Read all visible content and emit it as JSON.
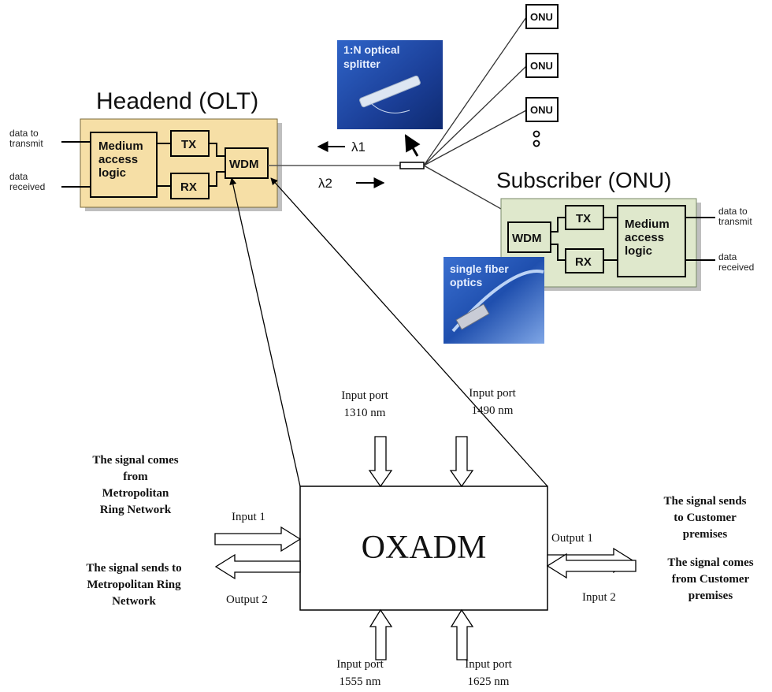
{
  "headend": {
    "title": "Headend (OLT)",
    "data_to_transmit": [
      "data to",
      "transmit"
    ],
    "data_received": [
      "data",
      "received"
    ],
    "mac": [
      "Medium",
      "access",
      "logic"
    ],
    "tx": "TX",
    "rx": "RX",
    "wdm": "WDM"
  },
  "splitter_photo": {
    "label": [
      "1:N optical",
      "splitter"
    ]
  },
  "fiber_photo": {
    "label": [
      "single fiber",
      "optics"
    ]
  },
  "wavelengths": {
    "down": "λ1",
    "up": "λ2"
  },
  "onus": [
    "ONU",
    "ONU",
    "ONU"
  ],
  "onu_ellipsis": "o\no",
  "subscriber": {
    "title": "Subscriber (ONU)",
    "wdm": "WDM",
    "tx": "TX",
    "rx": "RX",
    "mac": [
      "Medium",
      "access",
      "logic"
    ],
    "data_to_transmit": [
      "data to",
      "transmit"
    ],
    "data_received": [
      "data",
      "received"
    ]
  },
  "oxadm": {
    "label": "OXADM",
    "input1": "Input 1",
    "output1": "Output 1",
    "output2": "Output 2",
    "input2": "Input 2",
    "port_top_left": [
      "Input port",
      "1310 nm"
    ],
    "port_top_right": [
      "Input port",
      "1490 nm"
    ],
    "port_bottom_left": [
      "Input port",
      "1555 nm"
    ],
    "port_bottom_right": [
      "Input port",
      "1625 nm"
    ],
    "metro_in": [
      "The signal comes",
      "from",
      "Metropolitan",
      "Ring Network"
    ],
    "metro_out": [
      "The signal sends to",
      "Metropolitan Ring",
      "Network"
    ],
    "customer_out": [
      "The signal sends",
      "to Customer",
      "premises"
    ],
    "customer_in": [
      "The signal comes",
      "from Customer",
      "premises"
    ]
  },
  "colors": {
    "olt_box": "#f6dfa6",
    "onu_box": "#dfe8cc",
    "photo_blue": "#2a59b8",
    "line": "#000000"
  }
}
